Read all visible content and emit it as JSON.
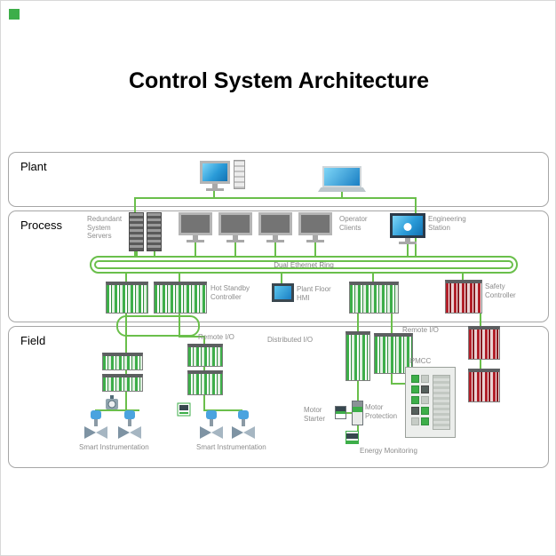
{
  "title": "Control System Architecture",
  "bands": {
    "plant": "Plant",
    "process": "Process",
    "field": "Field"
  },
  "labels": {
    "redundant_servers": "Redundant System Servers",
    "operator_clients": "Operator Clients",
    "engineering_station": "Engineering Station",
    "ethernet_ring": "Dual Ethernet Ring",
    "hot_standby_controller": "Hot Standby Controller",
    "plant_floor_hmi": "Plant Floor HMI",
    "safety_controller": "Safety Controller",
    "remote_io_left": "Remote I/O",
    "remote_io_right": "Remote I/O",
    "distributed_io": "Distributed I/O",
    "ipmcc": "iPMCC",
    "motor_starter": "Motor Starter",
    "motor_protection": "Motor Protection",
    "energy_monitoring": "Energy Monitoring",
    "smart_instr_left": "Smart Instrumentation",
    "smart_instr_right": "Smart Instrumentation"
  },
  "colors": {
    "line_green": "#6abf4b",
    "module_green": "#3dae49",
    "screen_blue": "#2a9bd8",
    "safety_red": "#b2202a",
    "label_gray": "#8c8c8c",
    "band_border_gray": "#a6a6a6"
  }
}
